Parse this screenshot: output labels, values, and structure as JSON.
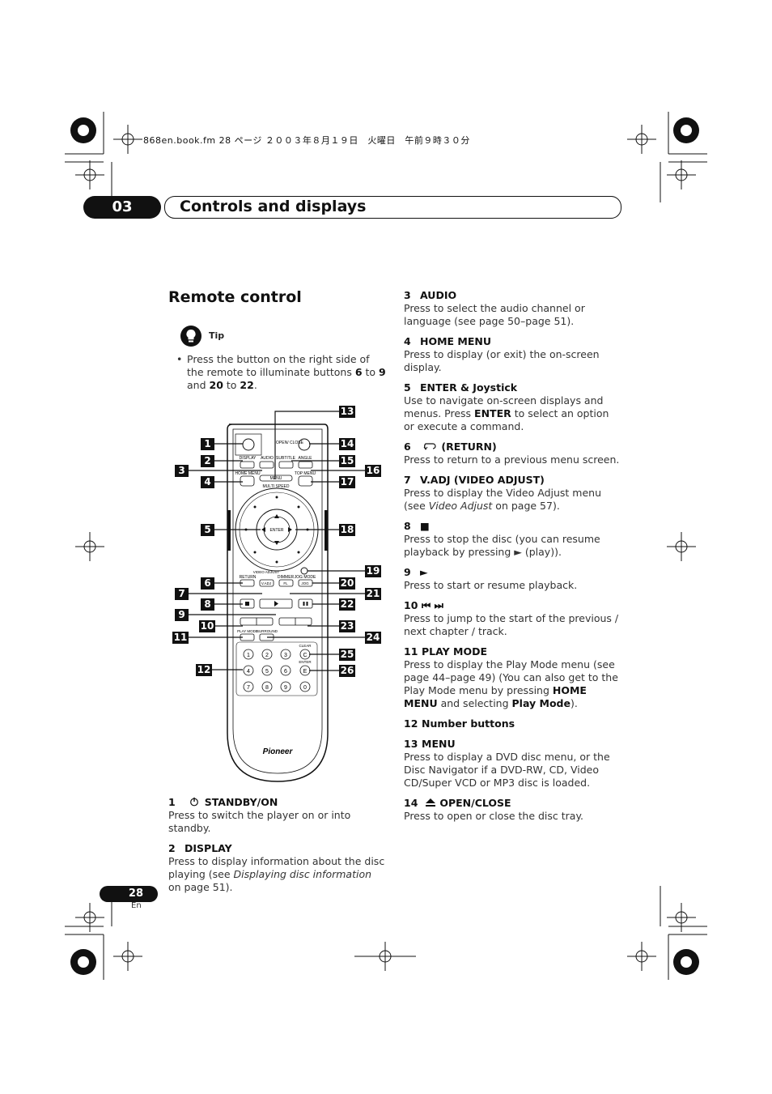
{
  "file_header": "868en.book.fm  28 ページ  ２００３年８月１９日　火曜日　午前９時３０分",
  "chapter": {
    "number": "03",
    "title": "Controls and displays"
  },
  "section_title": "Remote control",
  "tip": {
    "label": "Tip",
    "text": [
      "Press the button on the right side of the remote to illuminate buttons ",
      "6",
      " to ",
      "9",
      " and ",
      "20",
      " to ",
      "22",
      "."
    ]
  },
  "remote": {
    "labels": {
      "open_close": "OPEN/ CLOSE",
      "display": "DISPLAY",
      "audio": "AUDIO",
      "subtitle": "SUBTITLE",
      "angle": "ANGLE",
      "home_menu": "HOME MENU",
      "top_menu": "TOP MENU",
      "menu": "MENU",
      "multi_speed": "MULTI SPEED",
      "enter": "ENTER",
      "return": "RETURN",
      "video_adjust": "VIDEO ADJUST",
      "dimmer": "DIMMER",
      "jog_mode": "JOG MODE",
      "v_adj": "V.ADJ",
      "fl": "FL",
      "jog": "JOG",
      "play_mode": "PLAY MODE",
      "surround": "SURROUND",
      "clear": "CLEAR",
      "enter_small": "ENTER",
      "c": "C",
      "e": "E",
      "brand": "Pioneer",
      "numbers": [
        "1",
        "2",
        "3",
        "4",
        "5",
        "6",
        "7",
        "8",
        "9",
        "0"
      ]
    },
    "callouts": [
      "1",
      "2",
      "3",
      "4",
      "5",
      "6",
      "7",
      "8",
      "9",
      "10",
      "11",
      "12",
      "13",
      "14",
      "15",
      "16",
      "17",
      "18",
      "19",
      "20",
      "21",
      "22",
      "23",
      "24",
      "25",
      "26"
    ]
  },
  "left_items": [
    {
      "n": "1",
      "icon": "power-icon",
      "title": "STANDBY/ON",
      "body": "Press to switch the player on or into standby."
    },
    {
      "n": "2",
      "title": "DISPLAY",
      "body_parts": [
        "Press to display information about the disc playing (see ",
        "Displaying disc information",
        " on page 51)."
      ]
    }
  ],
  "right_items": [
    {
      "n": "3",
      "title": "AUDIO",
      "body": "Press to select the audio channel or language (see page 50–page 51)."
    },
    {
      "n": "4",
      "title": "HOME MENU",
      "body": "Press to display (or exit) the on-screen display."
    },
    {
      "n": "5",
      "title": "ENTER & Joystick",
      "body_parts": [
        "Use to navigate on-screen displays and menus. Press ",
        "ENTER",
        " to select an option or execute a command."
      ]
    },
    {
      "n": "6",
      "icon": "return-icon",
      "title": "(RETURN)",
      "body": "Press to return to a previous menu screen."
    },
    {
      "n": "7",
      "title": "V.ADJ (VIDEO ADJUST)",
      "body_parts": [
        "Press to display the Video Adjust menu (see ",
        "Video Adjust",
        " on page 57)."
      ]
    },
    {
      "n": "8",
      "title": "■",
      "body": "Press to stop the disc (you can resume playback by pressing ► (play))."
    },
    {
      "n": "9",
      "title": "►",
      "body": "Press to start or resume playback."
    },
    {
      "n": "10",
      "title": "⏮ ⏭",
      "body": "Press to jump to the start of the previous / next chapter / track."
    },
    {
      "n": "11",
      "title": "PLAY MODE",
      "body_parts": [
        "Press to display the Play Mode menu (see page 44–page 49) (You can also get to the Play Mode menu by pressing ",
        "HOME MENU",
        " and selecting ",
        "Play Mode",
        ")."
      ]
    },
    {
      "n": "12",
      "title": "Number buttons",
      "body": ""
    },
    {
      "n": "13",
      "title": "MENU",
      "body": "Press to display a DVD disc menu, or the Disc Navigator if a DVD-RW, CD, Video CD/Super VCD or MP3 disc is loaded."
    },
    {
      "n": "14",
      "icon": "eject-icon",
      "title": "OPEN/CLOSE",
      "body": "Press to open or close the disc tray."
    }
  ],
  "page": {
    "number": "28",
    "lang": "En"
  }
}
